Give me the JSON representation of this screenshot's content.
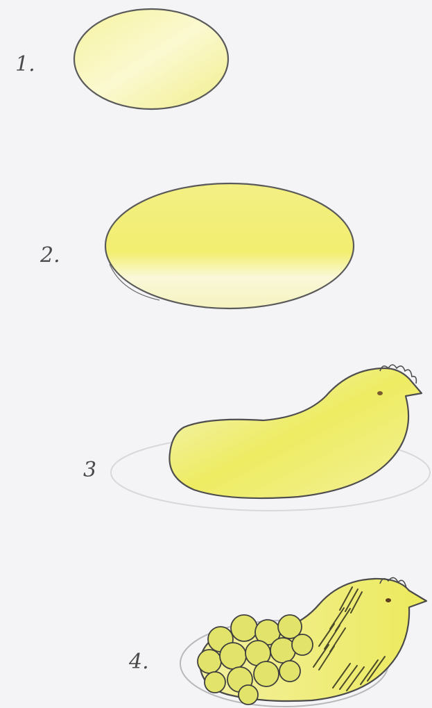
{
  "drawing": {
    "paper_color": "#f4f4f6",
    "fill_color": "#f0ee8a",
    "outline_color": "#4a4a4a",
    "steps": [
      {
        "label": "1.",
        "shape": "small-oval"
      },
      {
        "label": "2.",
        "shape": "large-oval"
      },
      {
        "label": "3",
        "shape": "chick-body-outline"
      },
      {
        "label": "4.",
        "shape": "chick-with-grapes"
      }
    ]
  }
}
